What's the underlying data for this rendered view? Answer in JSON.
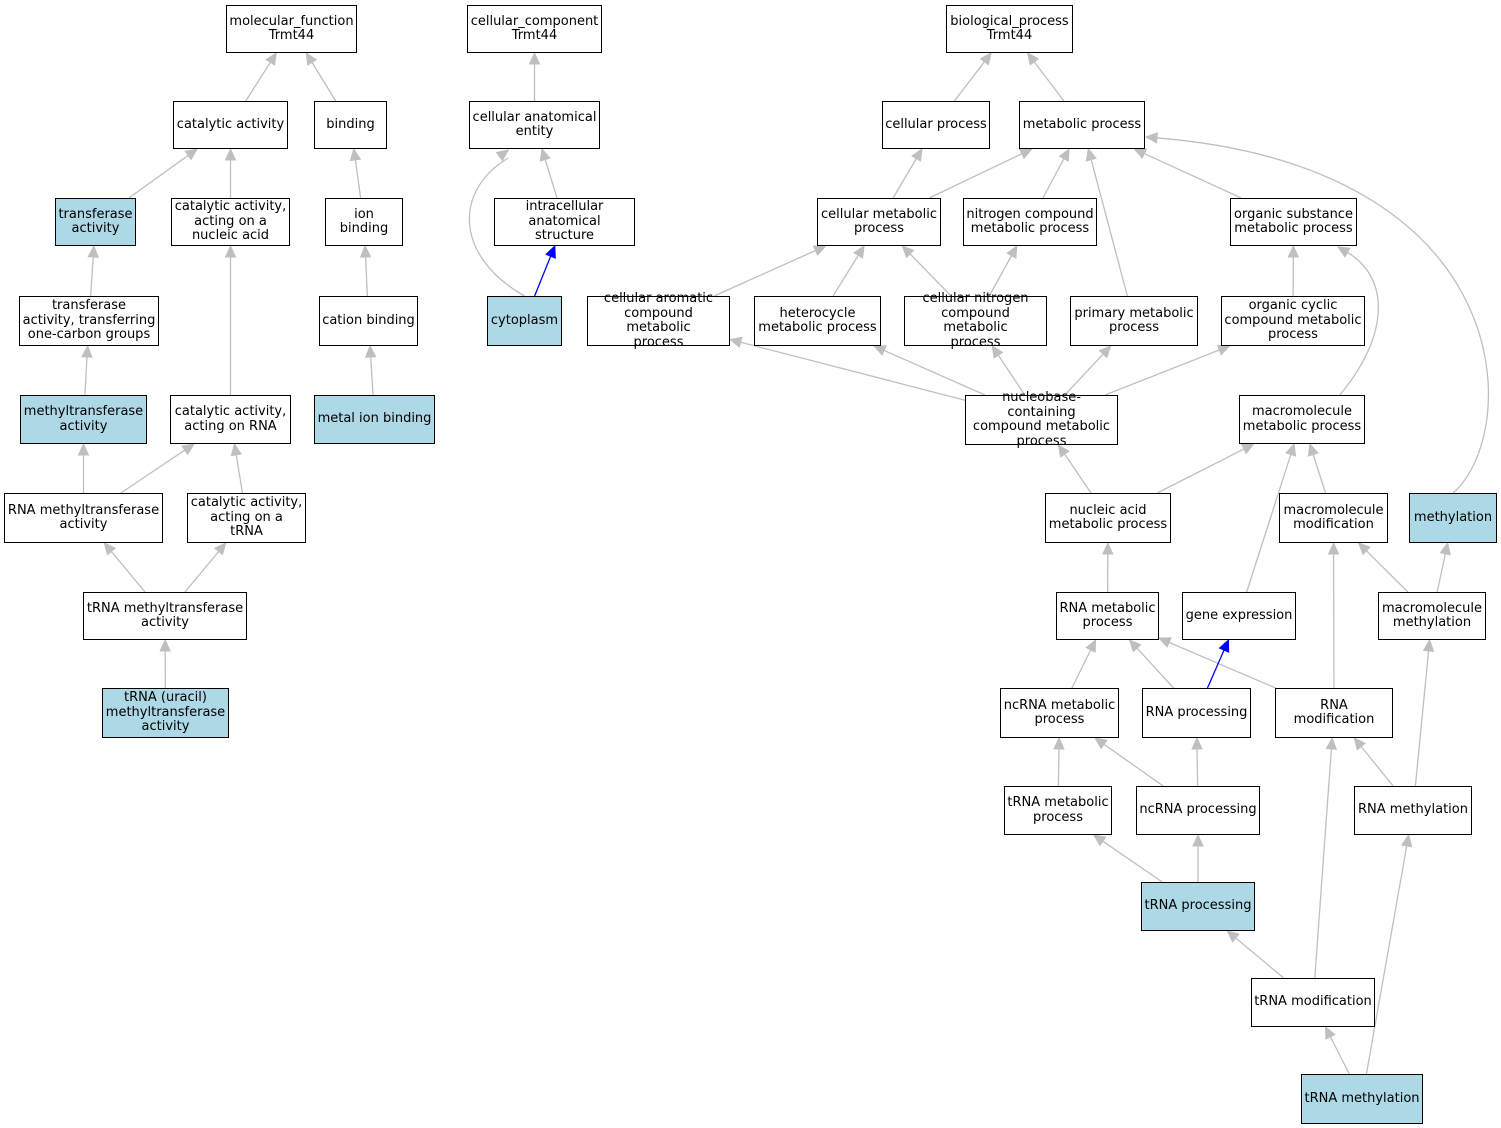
{
  "colors": {
    "highlight": "#add8e6",
    "edge": "#bfbfbf",
    "edge_hl": "#0000ff"
  },
  "nodes": [
    {
      "id": "mf",
      "label": "molecular_function\nTrmt44",
      "hl": false
    },
    {
      "id": "catalytic",
      "label": "catalytic activity",
      "hl": false
    },
    {
      "id": "binding",
      "label": "binding",
      "hl": false
    },
    {
      "id": "transferase",
      "label": "transferase\nactivity",
      "hl": true
    },
    {
      "id": "cat_nucleic",
      "label": "catalytic activity,\nacting on a\nnucleic acid",
      "hl": false
    },
    {
      "id": "ion_binding",
      "label": "ion binding",
      "hl": false
    },
    {
      "id": "trans_onecarbon",
      "label": "transferase\nactivity, transferring\none-carbon groups",
      "hl": false
    },
    {
      "id": "cation_binding",
      "label": "cation binding",
      "hl": false
    },
    {
      "id": "methyltransferase",
      "label": "methyltransferase\nactivity",
      "hl": true
    },
    {
      "id": "cat_rna",
      "label": "catalytic activity,\nacting on RNA",
      "hl": false
    },
    {
      "id": "metal_ion",
      "label": "metal ion binding",
      "hl": true
    },
    {
      "id": "rna_mt",
      "label": "RNA methyltransferase\nactivity",
      "hl": false
    },
    {
      "id": "cat_trna",
      "label": "catalytic activity,\nacting on a\ntRNA",
      "hl": false
    },
    {
      "id": "trna_mt",
      "label": "tRNA methyltransferase\nactivity",
      "hl": false
    },
    {
      "id": "trna_uracil",
      "label": "tRNA (uracil)\nmethyltransferase\nactivity",
      "hl": true
    },
    {
      "id": "cc",
      "label": "cellular_component\nTrmt44",
      "hl": false
    },
    {
      "id": "cae",
      "label": "cellular anatomical\nentity",
      "hl": false
    },
    {
      "id": "ias",
      "label": "intracellular\nanatomical structure",
      "hl": false
    },
    {
      "id": "cytoplasm",
      "label": "cytoplasm",
      "hl": true
    },
    {
      "id": "bp",
      "label": "biological_process\nTrmt44",
      "hl": false
    },
    {
      "id": "cellular_process",
      "label": "cellular process",
      "hl": false
    },
    {
      "id": "metabolic",
      "label": "metabolic process",
      "hl": false
    },
    {
      "id": "cell_metabolic",
      "label": "cellular metabolic\nprocess",
      "hl": false
    },
    {
      "id": "nitrogen",
      "label": "nitrogen compound\nmetabolic process",
      "hl": false
    },
    {
      "id": "organic_sub",
      "label": "organic substance\nmetabolic process",
      "hl": false
    },
    {
      "id": "aromatic",
      "label": "cellular aromatic\ncompound metabolic\nprocess",
      "hl": false
    },
    {
      "id": "heterocycle",
      "label": "heterocycle\nmetabolic process",
      "hl": false
    },
    {
      "id": "cell_nitrogen",
      "label": "cellular nitrogen\ncompound metabolic\nprocess",
      "hl": false
    },
    {
      "id": "primary",
      "label": "primary metabolic\nprocess",
      "hl": false
    },
    {
      "id": "organic_cyclic",
      "label": "organic cyclic\ncompound metabolic\nprocess",
      "hl": false
    },
    {
      "id": "nucleobase",
      "label": "nucleobase-containing\ncompound metabolic\nprocess",
      "hl": false
    },
    {
      "id": "macro_met",
      "label": "macromolecule\nmetabolic process",
      "hl": false
    },
    {
      "id": "nucleic_met",
      "label": "nucleic acid\nmetabolic process",
      "hl": false
    },
    {
      "id": "macro_mod",
      "label": "macromolecule\nmodification",
      "hl": false
    },
    {
      "id": "methylation",
      "label": "methylation",
      "hl": true
    },
    {
      "id": "rna_met",
      "label": "RNA metabolic\nprocess",
      "hl": false
    },
    {
      "id": "gene_expr",
      "label": "gene expression",
      "hl": false
    },
    {
      "id": "macro_methyl",
      "label": "macromolecule\nmethylation",
      "hl": false
    },
    {
      "id": "ncrna_met",
      "label": "ncRNA metabolic\nprocess",
      "hl": false
    },
    {
      "id": "rna_proc",
      "label": "RNA processing",
      "hl": false
    },
    {
      "id": "rna_mod",
      "label": "RNA modification",
      "hl": false
    },
    {
      "id": "trna_met",
      "label": "tRNA metabolic\nprocess",
      "hl": false
    },
    {
      "id": "ncrna_proc",
      "label": "ncRNA processing",
      "hl": false
    },
    {
      "id": "rna_methyl",
      "label": "RNA methylation",
      "hl": false
    },
    {
      "id": "trna_proc",
      "label": "tRNA processing",
      "hl": true
    },
    {
      "id": "trna_mod",
      "label": "tRNA modification",
      "hl": false
    },
    {
      "id": "trna_methyl",
      "label": "tRNA methylation",
      "hl": true
    }
  ],
  "edges": [
    {
      "from": "catalytic",
      "to": "mf"
    },
    {
      "from": "binding",
      "to": "mf"
    },
    {
      "from": "transferase",
      "to": "catalytic"
    },
    {
      "from": "cat_nucleic",
      "to": "catalytic"
    },
    {
      "from": "ion_binding",
      "to": "binding"
    },
    {
      "from": "trans_onecarbon",
      "to": "transferase"
    },
    {
      "from": "cation_binding",
      "to": "ion_binding"
    },
    {
      "from": "methyltransferase",
      "to": "trans_onecarbon"
    },
    {
      "from": "cat_rna",
      "to": "cat_nucleic"
    },
    {
      "from": "metal_ion",
      "to": "cation_binding"
    },
    {
      "from": "rna_mt",
      "to": "methyltransferase"
    },
    {
      "from": "rna_mt",
      "to": "cat_rna"
    },
    {
      "from": "cat_trna",
      "to": "cat_rna"
    },
    {
      "from": "trna_mt",
      "to": "rna_mt"
    },
    {
      "from": "trna_mt",
      "to": "cat_trna"
    },
    {
      "from": "trna_uracil",
      "to": "trna_mt"
    },
    {
      "from": "cae",
      "to": "cc"
    },
    {
      "from": "ias",
      "to": "cae"
    },
    {
      "from": "cytoplasm",
      "to": "cae",
      "curve": "left"
    },
    {
      "from": "cytoplasm",
      "to": "ias",
      "hl": true
    },
    {
      "from": "cellular_process",
      "to": "bp"
    },
    {
      "from": "metabolic",
      "to": "bp"
    },
    {
      "from": "cell_metabolic",
      "to": "cellular_process"
    },
    {
      "from": "cell_metabolic",
      "to": "metabolic"
    },
    {
      "from": "nitrogen",
      "to": "metabolic"
    },
    {
      "from": "organic_sub",
      "to": "metabolic"
    },
    {
      "from": "primary",
      "to": "metabolic"
    },
    {
      "from": "methylation",
      "to": "metabolic",
      "curve": "right"
    },
    {
      "from": "aromatic",
      "to": "cell_metabolic"
    },
    {
      "from": "heterocycle",
      "to": "cell_metabolic"
    },
    {
      "from": "cell_nitrogen",
      "to": "cell_metabolic"
    },
    {
      "from": "cell_nitrogen",
      "to": "nitrogen"
    },
    {
      "from": "organic_cyclic",
      "to": "organic_sub"
    },
    {
      "from": "macro_met",
      "to": "organic_sub",
      "curve": "right"
    },
    {
      "from": "nucleobase",
      "to": "aromatic"
    },
    {
      "from": "nucleobase",
      "to": "heterocycle"
    },
    {
      "from": "nucleobase",
      "to": "cell_nitrogen"
    },
    {
      "from": "nucleobase",
      "to": "primary"
    },
    {
      "from": "nucleobase",
      "to": "organic_cyclic"
    },
    {
      "from": "nucleic_met",
      "to": "nucleobase"
    },
    {
      "from": "nucleic_met",
      "to": "macro_met"
    },
    {
      "from": "macro_mod",
      "to": "macro_met"
    },
    {
      "from": "gene_expr",
      "to": "macro_met"
    },
    {
      "from": "macro_methyl",
      "to": "macro_mod"
    },
    {
      "from": "macro_methyl",
      "to": "methylation"
    },
    {
      "from": "rna_met",
      "to": "nucleic_met"
    },
    {
      "from": "ncrna_met",
      "to": "rna_met"
    },
    {
      "from": "rna_proc",
      "to": "rna_met"
    },
    {
      "from": "rna_mod",
      "to": "rna_met"
    },
    {
      "from": "rna_mod",
      "to": "macro_mod"
    },
    {
      "from": "rna_proc",
      "to": "gene_expr",
      "hl": true
    },
    {
      "from": "trna_met",
      "to": "ncrna_met"
    },
    {
      "from": "ncrna_proc",
      "to": "ncrna_met"
    },
    {
      "from": "ncrna_proc",
      "to": "rna_proc"
    },
    {
      "from": "rna_methyl",
      "to": "rna_mod"
    },
    {
      "from": "rna_methyl",
      "to": "macro_methyl"
    },
    {
      "from": "trna_proc",
      "to": "trna_met"
    },
    {
      "from": "trna_proc",
      "to": "ncrna_proc"
    },
    {
      "from": "trna_mod",
      "to": "trna_proc"
    },
    {
      "from": "trna_mod",
      "to": "rna_mod"
    },
    {
      "from": "trna_methyl",
      "to": "trna_mod"
    },
    {
      "from": "trna_methyl",
      "to": "rna_methyl"
    }
  ]
}
